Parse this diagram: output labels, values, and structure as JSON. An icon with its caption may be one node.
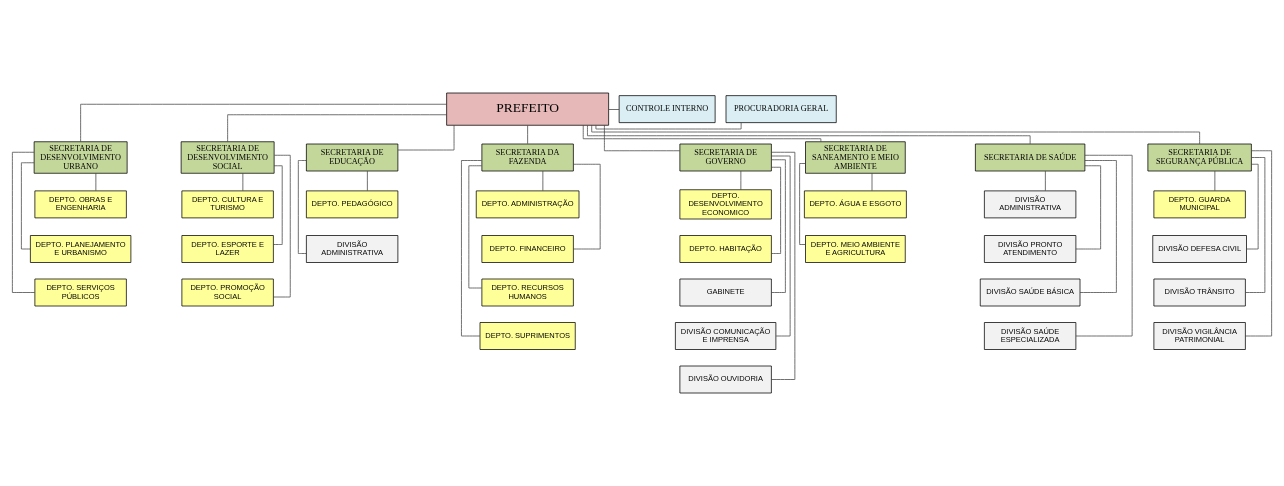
{
  "diagram": {
    "nodes": [
      {
        "text": [
          "PREFEITO"
        ]
      },
      {
        "text": [
          "PROCURADORIA GERAL"
        ]
      },
      {
        "text": [
          "CONTROLE INTERNO"
        ]
      },
      {
        "text": [
          "SECRETARIA DE DESENVOLVIMENTO URBANO"
        ]
      },
      {
        "text": [
          "DEPTO. OBRAS E ENGENHARIA"
        ]
      },
      {
        "text": [
          "DEPTO. PLANEJAMENTO E URBANISMO"
        ]
      },
      {
        "text": [
          "DEPTO. SERVIÇOS PÚBLICOS"
        ]
      },
      {
        "text": [
          "SECRETARIA DE DESENVOLVIMENTO SOCIAL"
        ]
      },
      {
        "text": [
          "DEPTO. CULTURA E TURISMO"
        ]
      },
      {
        "text": [
          "DEPTO. ESPORTE E LAZER"
        ]
      },
      {
        "text": [
          "DEPTO. PROMOÇÃO SOCIAL"
        ]
      },
      {
        "text": [
          "SECRETARIA DE EDUCAÇÃO"
        ]
      },
      {
        "text": [
          "DEPTO. PEDAGÓGICO"
        ]
      },
      {
        "text": [
          "DIVISÃO ADMINISTRATIVA"
        ]
      },
      {
        "text": [
          "SECRETARIA DA FAZENDA"
        ]
      },
      {
        "text": [
          "DEPTO. ADMINISTRAÇÃO"
        ]
      },
      {
        "text": [
          "DEPTO. FINANCEIRO"
        ]
      },
      {
        "text": [
          "DEPTO. RECURSOS HUMANOS"
        ]
      },
      {
        "text": [
          "DEPTO. SUPRIMENTOS"
        ]
      },
      {
        "text": [
          "SECRETARIA DE GOVERNO"
        ]
      },
      {
        "text": [
          "DEPTO. DESENVOLVIMENTO ECONOMICO"
        ]
      },
      {
        "text": [
          "DEPTO. HABITAÇÃO"
        ]
      },
      {
        "text": [
          "GABINETE"
        ]
      },
      {
        "text": [
          "DIVISÃO COMUNICAÇÃO E IMPRENSA"
        ]
      },
      {
        "text": [
          "DIVISÃO OUVIDORIA"
        ]
      },
      {
        "text": [
          "SECRETARIA DE SANEAMENTO E MEIO AMBIENTE"
        ]
      },
      {
        "text": [
          "DEPTO. ÁGUA E ESGOTO"
        ]
      },
      {
        "text": [
          "DEPTO. MEIO AMBIENTE E AGRICULTURA"
        ]
      },
      {
        "text": [
          "SECRETARIA DE SAÚDE"
        ]
      },
      {
        "text": [
          "DIVISÃO ADMINISTRATIVA"
        ]
      },
      {
        "text": [
          "DIVISÃO PRONTO ATENDIMENTO"
        ]
      },
      {
        "text": [
          "DIVISÃO SAÚDE BÁSICA"
        ]
      },
      {
        "text": [
          "DIVISÃO SAÚDE ESPECIALIZADA"
        ]
      },
      {
        "text": [
          "SECRETARIA DE SEGURANÇA PÚBLICA"
        ]
      },
      {
        "text": [
          "DEPTO. GUARDA MUNICIPAL"
        ]
      },
      {
        "text": [
          "DIVISÃO DEFESA CIVIL"
        ]
      },
      {
        "text": [
          "DIVISÃO TRÂNSITO"
        ]
      },
      {
        "text": [
          "DIVISÃO VIGILÂNCIA PATRIMONIAL"
        ]
      }
    ],
    "edges": [
      {
        "from": 0,
        "to": 1,
        "arrow": "none"
      },
      {
        "from": 0,
        "to": 2,
        "arrow": "none"
      },
      {
        "from": 0,
        "to": 3,
        "arrow": "none"
      },
      {
        "from": 0,
        "to": 7,
        "arrow": "none"
      },
      {
        "from": 0,
        "to": 11,
        "arrow": "none"
      },
      {
        "from": 0,
        "to": 14,
        "arrow": "none"
      },
      {
        "from": 0,
        "to": 19,
        "arrow": "none"
      },
      {
        "from": 0,
        "to": 25,
        "arrow": "none"
      },
      {
        "from": 0,
        "to": 28,
        "arrow": "none"
      },
      {
        "from": 0,
        "to": 33,
        "arrow": "none"
      },
      {
        "from": 3,
        "to": 4,
        "arrow": "none"
      },
      {
        "from": 3,
        "to": 5,
        "arrow": "none"
      },
      {
        "from": 3,
        "to": 6,
        "arrow": "none"
      },
      {
        "from": 7,
        "to": 8,
        "arrow": "none"
      },
      {
        "from": 7,
        "to": 9,
        "arrow": "none"
      },
      {
        "from": 7,
        "to": 10,
        "arrow": "none"
      },
      {
        "from": 11,
        "to": 12,
        "arrow": "none"
      },
      {
        "from": 11,
        "to": 13,
        "arrow": "none"
      },
      {
        "from": 14,
        "to": 15,
        "arrow": "none"
      },
      {
        "from": 14,
        "to": 16,
        "arrow": "none"
      },
      {
        "from": 14,
        "to": 17,
        "arrow": "none"
      },
      {
        "from": 14,
        "to": 18,
        "arrow": "none"
      },
      {
        "from": 19,
        "to": 20,
        "arrow": "none"
      },
      {
        "from": 19,
        "to": 21,
        "arrow": "none"
      },
      {
        "from": 19,
        "to": 22,
        "arrow": "none"
      },
      {
        "from": 19,
        "to": 23,
        "arrow": "none"
      },
      {
        "from": 19,
        "to": 24,
        "arrow": "none"
      },
      {
        "from": 25,
        "to": 26,
        "arrow": "none"
      },
      {
        "from": 25,
        "to": 27,
        "arrow": "none"
      },
      {
        "from": 28,
        "to": 29,
        "arrow": "none"
      },
      {
        "from": 28,
        "to": 30,
        "arrow": "none"
      },
      {
        "from": 28,
        "to": 31,
        "arrow": "none"
      },
      {
        "from": 28,
        "to": 32,
        "arrow": "none"
      },
      {
        "from": 33,
        "to": 34,
        "arrow": "none"
      },
      {
        "from": 33,
        "to": 35,
        "arrow": "none"
      },
      {
        "from": 33,
        "to": 36,
        "arrow": "none"
      },
      {
        "from": 33,
        "to": 37,
        "arrow": "none"
      }
    ]
  }
}
